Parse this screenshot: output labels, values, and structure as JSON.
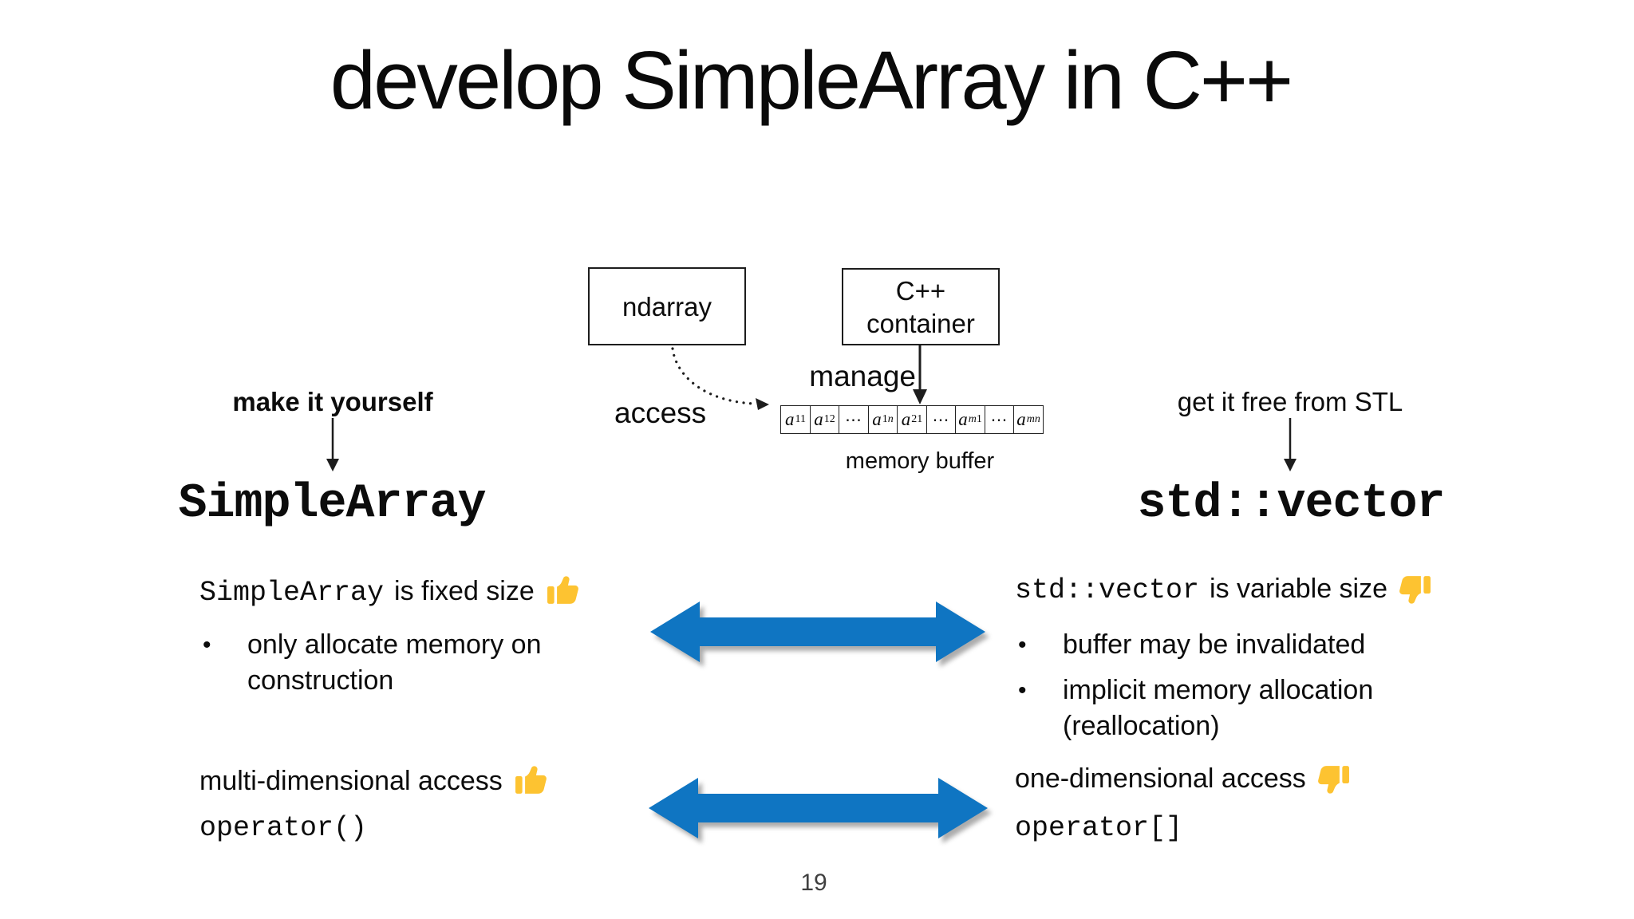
{
  "title": "develop SimpleArray in C++",
  "page_number": "19",
  "bullet_char": "•",
  "colors": {
    "arrow_blue": "#0F75C2",
    "thumb_yellow": "#FDC331"
  },
  "diagram": {
    "ndarray_label": "ndarray",
    "cpp_line1": "C++",
    "cpp_line2": "container",
    "access_label": "access",
    "manage_label": "manage",
    "memory_buffer_label": "memory buffer",
    "buffer_cells": [
      {
        "base": "a",
        "sub": "11"
      },
      {
        "base": "a",
        "sub": "12"
      },
      {
        "dots": "⋯"
      },
      {
        "base": "a",
        "sub": "1n"
      },
      {
        "base": "a",
        "sub": "21"
      },
      {
        "dots": "⋯"
      },
      {
        "base": "a",
        "sub": "m1"
      },
      {
        "dots": "⋯"
      },
      {
        "base": "a",
        "sub": "mn"
      }
    ]
  },
  "left_branch": {
    "label": "make it yourself",
    "name": "SimpleArray"
  },
  "right_branch": {
    "label": "get it free from STL",
    "name": "std::vector"
  },
  "comparison": {
    "row1": {
      "left": {
        "code": "SimpleArray",
        "text": "is fixed size",
        "bullet_line1": "only allocate memory on",
        "bullet_line2": "construction"
      },
      "right": {
        "code": "std::vector",
        "text": "is variable size",
        "bullet1": "buffer may be invalidated",
        "bullet2_line1": "implicit memory allocation",
        "bullet2_line2": "(reallocation)"
      }
    },
    "row2": {
      "left": {
        "text": "multi-dimensional access",
        "code": "operator()"
      },
      "right": {
        "text": "one-dimensional access",
        "code": "operator[]"
      }
    }
  }
}
